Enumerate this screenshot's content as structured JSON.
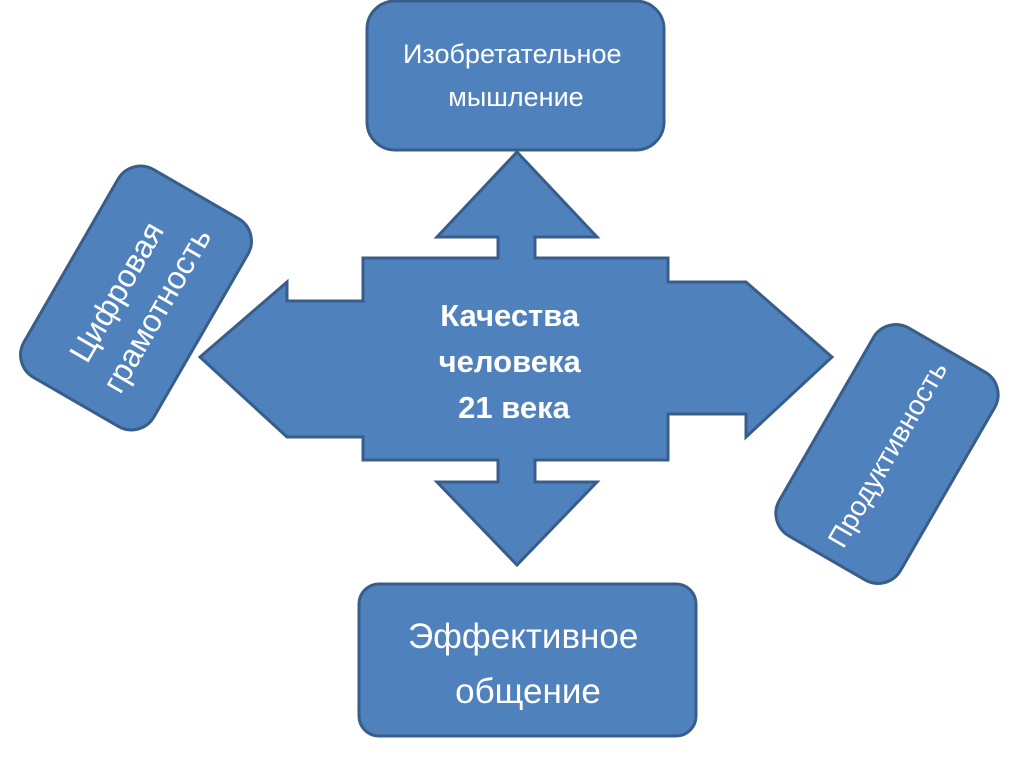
{
  "center": {
    "lines": [
      "Качества",
      "человека",
      "21 века"
    ]
  },
  "boxes": {
    "top": {
      "lines": [
        "Изобретательное",
        "мышление"
      ]
    },
    "left": {
      "lines": [
        "Цифровая",
        "грамотность"
      ]
    },
    "right": {
      "lines": [
        "Продуктивность"
      ]
    },
    "bottom": {
      "lines": [
        "Эффективное",
        "общение"
      ]
    }
  },
  "colors": {
    "fill": "#4f81bd",
    "stroke": "#385d8a",
    "text": "#ffffff"
  }
}
